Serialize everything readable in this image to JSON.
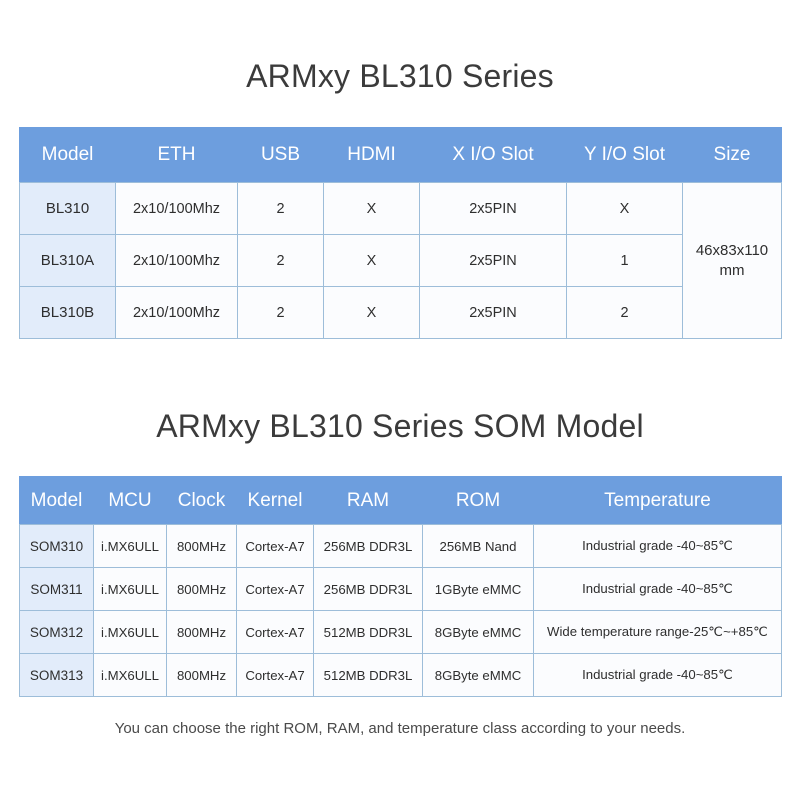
{
  "titles": {
    "main": "ARMxy BL310 Series",
    "som": "ARMxy BL310 Series SOM Model"
  },
  "colors": {
    "header_blue": "#6d9ede",
    "model_cell_blue": "#e2ecfa",
    "cell_white": "#fbfcfe",
    "border_blue": "#9dbdd9",
    "title_text": "#3b3b3b",
    "body_text": "#2e2e2e",
    "header_text": "#ffffff",
    "footer_text": "#4a4a4a"
  },
  "table_main": {
    "columns": [
      "Model",
      "ETH",
      "USB",
      "HDMI",
      "X I/O Slot",
      "Y I/O Slot",
      "Size"
    ],
    "rows": [
      {
        "model": "BL310",
        "eth": "2x10/100Mhz",
        "usb": "2",
        "hdmi": "X",
        "x_io_slot": "2x5PIN",
        "y_io_slot": "X"
      },
      {
        "model": "BL310A",
        "eth": "2x10/100Mhz",
        "usb": "2",
        "hdmi": "X",
        "x_io_slot": "2x5PIN",
        "y_io_slot": "1"
      },
      {
        "model": "BL310B",
        "eth": "2x10/100Mhz",
        "usb": "2",
        "hdmi": "X",
        "x_io_slot": "2x5PIN",
        "y_io_slot": "2"
      }
    ],
    "size_merged": {
      "line1": "46x83x110",
      "line2": "mm"
    }
  },
  "table_som": {
    "columns": [
      "Model",
      "MCU",
      "Clock",
      "Kernel",
      "RAM",
      "ROM",
      "Temperature"
    ],
    "rows": [
      {
        "model": "SOM310",
        "mcu": "i.MX6ULL",
        "clock": "800MHz",
        "kernel": "Cortex-A7",
        "ram": "256MB DDR3L",
        "rom": "256MB Nand",
        "temperature": "Industrial grade -40~85℃"
      },
      {
        "model": "SOM311",
        "mcu": "i.MX6ULL",
        "clock": "800MHz",
        "kernel": "Cortex-A7",
        "ram": "256MB DDR3L",
        "rom": "1GByte eMMC",
        "temperature": "Industrial grade -40~85℃"
      },
      {
        "model": "SOM312",
        "mcu": "i.MX6ULL",
        "clock": "800MHz",
        "kernel": "Cortex-A7",
        "ram": "512MB DDR3L",
        "rom": "8GByte eMMC",
        "temperature": "Wide temperature range-25℃~+85℃"
      },
      {
        "model": "SOM313",
        "mcu": "i.MX6ULL",
        "clock": "800MHz",
        "kernel": "Cortex-A7",
        "ram": "512MB DDR3L",
        "rom": "8GByte eMMC",
        "temperature": "Industrial grade -40~85℃"
      }
    ]
  },
  "footer": {
    "note": "You can choose the right ROM, RAM, and temperature class according to your needs."
  }
}
